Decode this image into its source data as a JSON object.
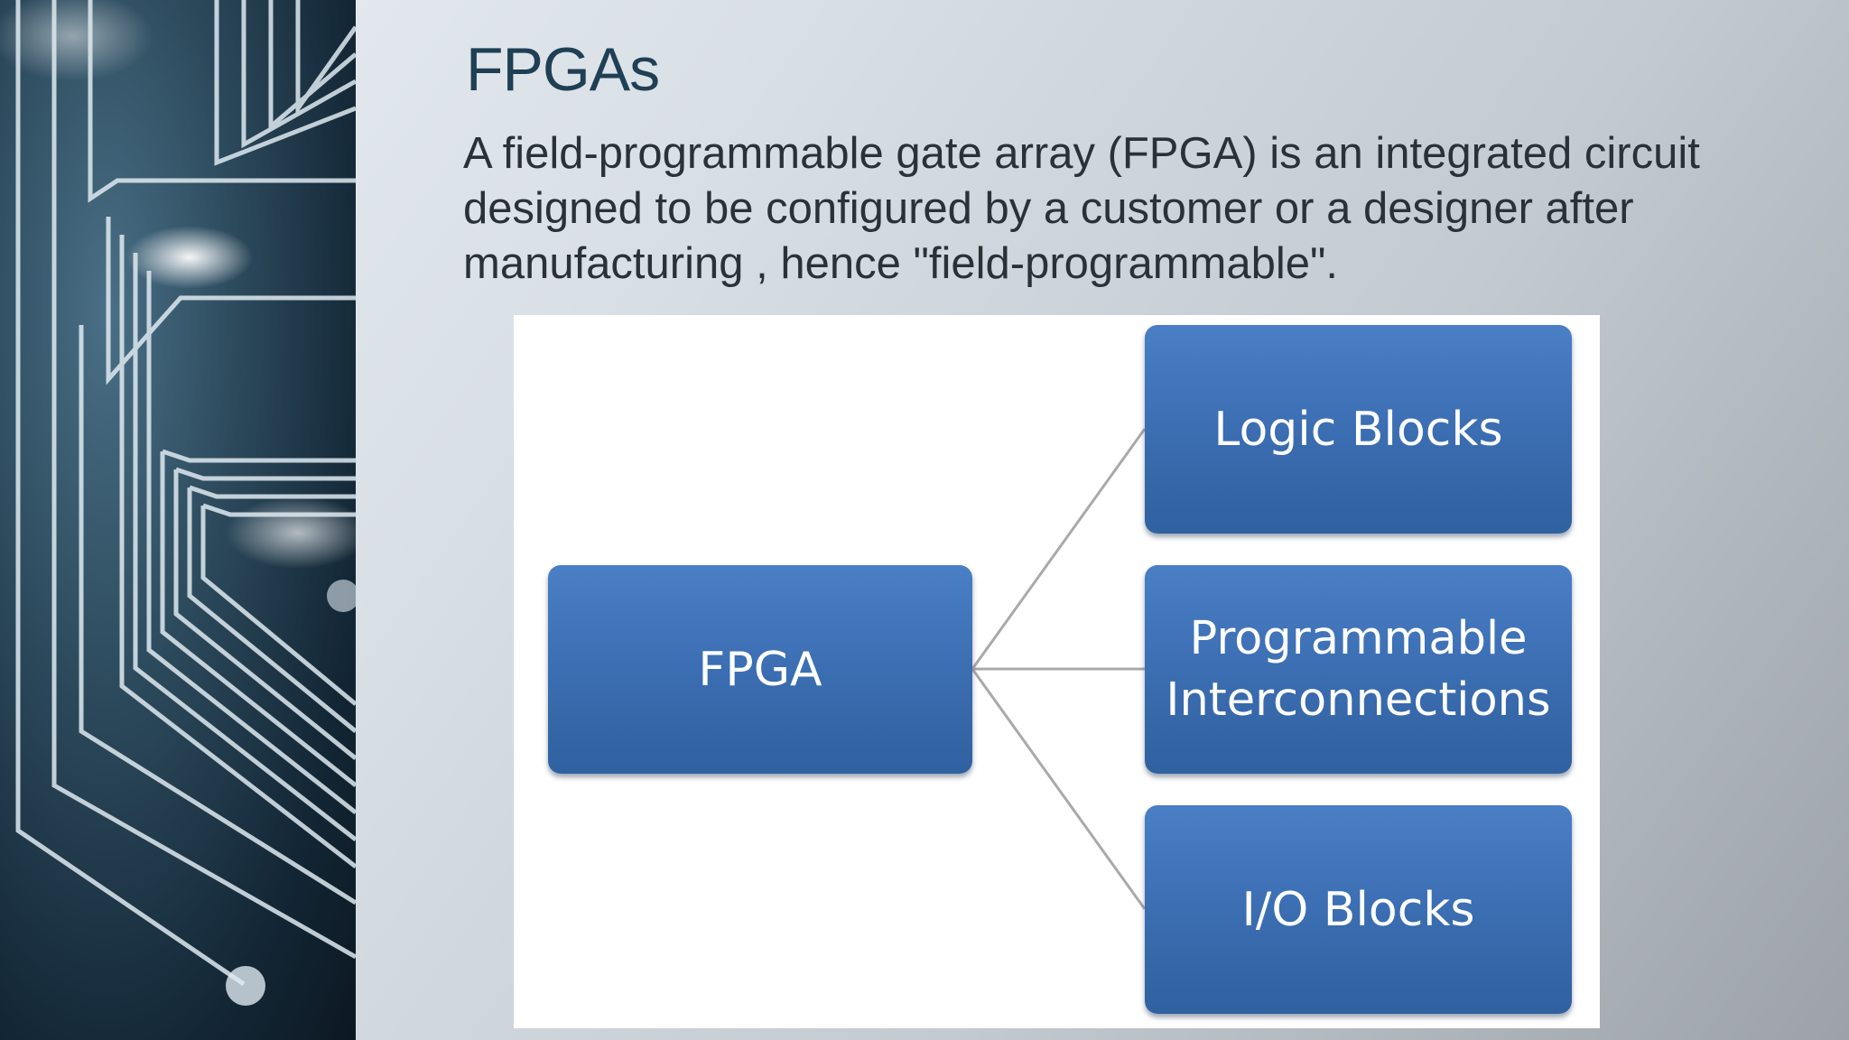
{
  "slide": {
    "title": "FPGAs",
    "body": "A field-programmable gate array (FPGA) is an integrated circuit designed to be configured by a customer or a designer after manufacturing , hence  \"field-programmable\"."
  },
  "diagram": {
    "root": {
      "label": "FPGA"
    },
    "children": [
      {
        "label": "Logic Blocks"
      },
      {
        "label": "Programmable Interconnections"
      },
      {
        "label": "I/O Blocks"
      }
    ]
  },
  "colors": {
    "node_fill": "#3d6fb4",
    "node_text": "#ffffff",
    "title": "#1f3f55",
    "body_text": "#2a3137",
    "connector": "#a9a9a9"
  }
}
